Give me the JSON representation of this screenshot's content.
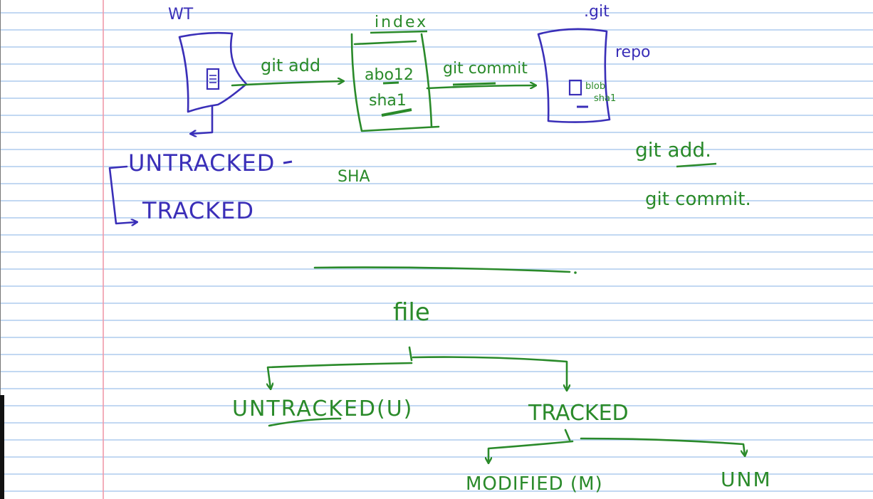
{
  "notes": {
    "top": {
      "wt": "WT",
      "index": "index",
      "git_dir": ".git",
      "repo": "repo",
      "git_add": "git add",
      "git_commit": "git commit",
      "index_line1": "abo12",
      "index_line2": "sha1",
      "blob": "blob",
      "blob_sha": "sha1",
      "untracked": "UNTRACKED",
      "tracked": "TRACKED",
      "sha": "SHA",
      "note_git_add": "git add.",
      "note_git_commit": "git commit."
    },
    "bottom": {
      "file": "file",
      "untracked": "UNTRACKED(U)",
      "tracked": "TRACKED",
      "modified": "MODIFIED (M)",
      "unmodified": "UNM"
    }
  },
  "colors": {
    "ruling": "#aecbee",
    "margin": "#f09aa8",
    "blue_ink": "#3a2fb8",
    "green_ink": "#2a8a2a"
  }
}
